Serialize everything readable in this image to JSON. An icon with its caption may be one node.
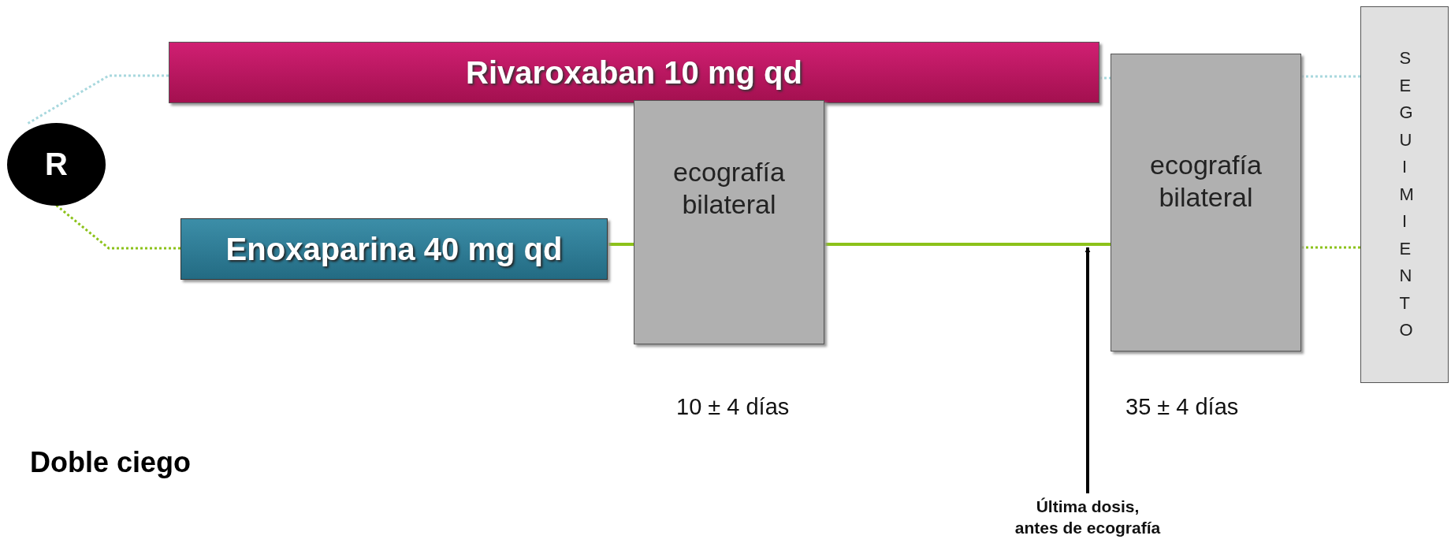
{
  "diagram": {
    "nodes": [
      {
        "text": [
          "R"
        ]
      },
      {
        "text": [
          "Rivaroxaban 10 mg qd"
        ]
      },
      {
        "text": [
          "Enoxaparina 40 mg qd"
        ]
      },
      {
        "text": [
          "ecografía bilateral"
        ],
        "beside": [
          "10 ± 4 días"
        ]
      },
      {
        "text": [
          "ecografía bilateral"
        ],
        "beside": [
          "35 ± 4 días"
        ]
      },
      {
        "text": [
          "SEGUIMIENTO"
        ]
      },
      {
        "text": [
          "Última dosis, antes de ecografía"
        ]
      }
    ],
    "edges": [
      {
        "from": 0,
        "to": 1,
        "arrow": "none",
        "style": "dashed",
        "color": "#a8d8de"
      },
      {
        "from": 0,
        "to": 2,
        "arrow": "none",
        "style": "dashed"
      },
      {
        "from": 2,
        "to": 3,
        "arrow": "none"
      },
      {
        "from": 3,
        "to": 4,
        "arrow": "none"
      },
      {
        "from": 1,
        "to": 4,
        "arrow": "none",
        "style": "dashed",
        "color": "#a8d8de"
      },
      {
        "from": 4,
        "to": 5,
        "arrow": "none",
        "style": "dashed",
        "color": "#a8d8de"
      },
      {
        "from": 4,
        "to": 5,
        "arrow": "none",
        "style": "dashed"
      },
      {
        "from": 6,
        "to": 4,
        "arrow": "to",
        "color": "#000000"
      }
    ],
    "labels": [
      "Doble ciego"
    ]
  }
}
